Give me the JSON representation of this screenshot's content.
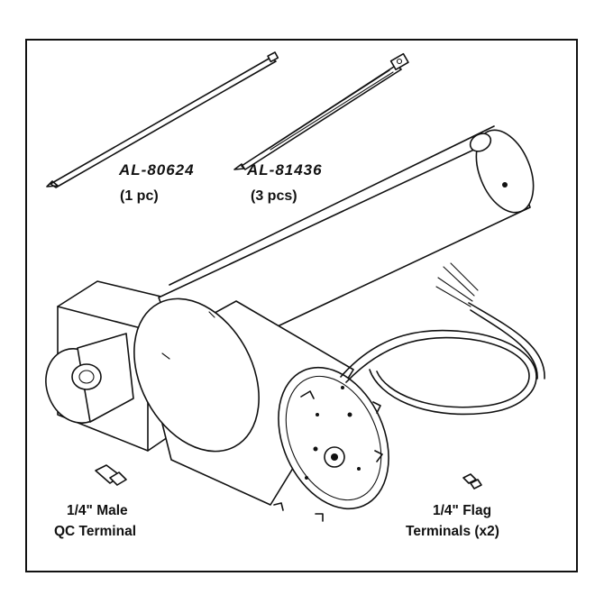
{
  "parts": {
    "tie_small": {
      "part_number": "AL-80624",
      "quantity": "(1 pc)"
    },
    "tie_large": {
      "part_number": "AL-81436",
      "quantity": "(3 pcs)"
    },
    "male_terminal": {
      "line1": "1/4\" Male",
      "line2": "QC Terminal"
    },
    "flag_terminal": {
      "line1": "1/4\" Flag",
      "line2": "Terminals (x2)"
    }
  },
  "colors": {
    "line": "#111111",
    "background": "#ffffff"
  }
}
